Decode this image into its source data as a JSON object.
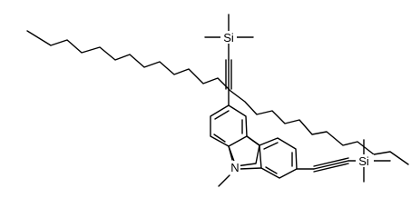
{
  "structure": {
    "kind": "chemical-structure",
    "atom_labels": {
      "si_top": "Si",
      "si_right": "Si",
      "nitrogen": "N"
    },
    "colors": {
      "bond": "#000000",
      "background": "#ffffff"
    }
  }
}
